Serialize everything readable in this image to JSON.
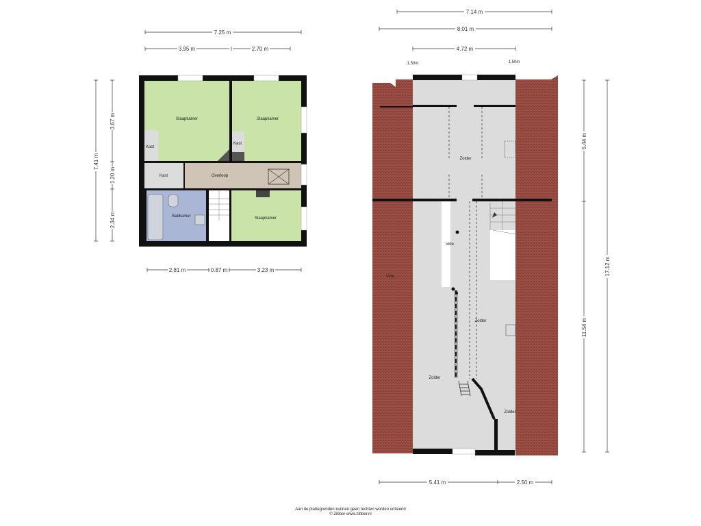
{
  "first_floor": {
    "dims": {
      "top_total": "7.25 m",
      "top_left": "3.95 m",
      "top_right": "2.70 m",
      "bottom_left": "2.81 m",
      "bottom_mid": "0.87 m",
      "bottom_right": "3.23 m",
      "left_total": "7.41 m",
      "left_top": "3.67 m",
      "left_mid": "1.20 m",
      "left_bottom": "2.34 m"
    },
    "rooms": {
      "slaapkamer_1": "Slaapkamer",
      "slaapkamer_2": "Slaapkamer",
      "slaapkamer_3": "Slaapkamer",
      "kast_1": "Kast",
      "kast_2": "Kast",
      "kast_3": "Kast",
      "overloop": "Overloop",
      "badkamer": "Badkamer"
    }
  },
  "attic": {
    "dims": {
      "top_1": "7.14 m",
      "top_2": "8.01 m",
      "top_3": "4.72 m",
      "side_left": "1,50m",
      "side_right": "1,50m",
      "right_top": "5.44 m",
      "right_bottom": "11.54 m",
      "right_total": "17.12 m",
      "bottom_left": "5.41 m",
      "bottom_right": "2.50 m"
    },
    "rooms": {
      "zolder_top": "Zolder",
      "vide_left": "Vide",
      "vide_center": "Vide",
      "zolder_mid": "Zolder",
      "zolder_low_left": "Zolder",
      "zolder_low_right": "Zolder"
    }
  },
  "footer": {
    "line1": "Aan de plattegronden kunnen geen rechten worden ontleend",
    "line2": "© Zibber www.zibber.nl"
  },
  "colors": {
    "bedroom": "#c9e3a9",
    "hallway": "#cfc4b5",
    "bathroom": "#a9b6d6",
    "storage": "#dcdcdc",
    "attic_floor": "#dcdcdc",
    "roof_tile": "#9b4e44",
    "wall": "#111111"
  }
}
